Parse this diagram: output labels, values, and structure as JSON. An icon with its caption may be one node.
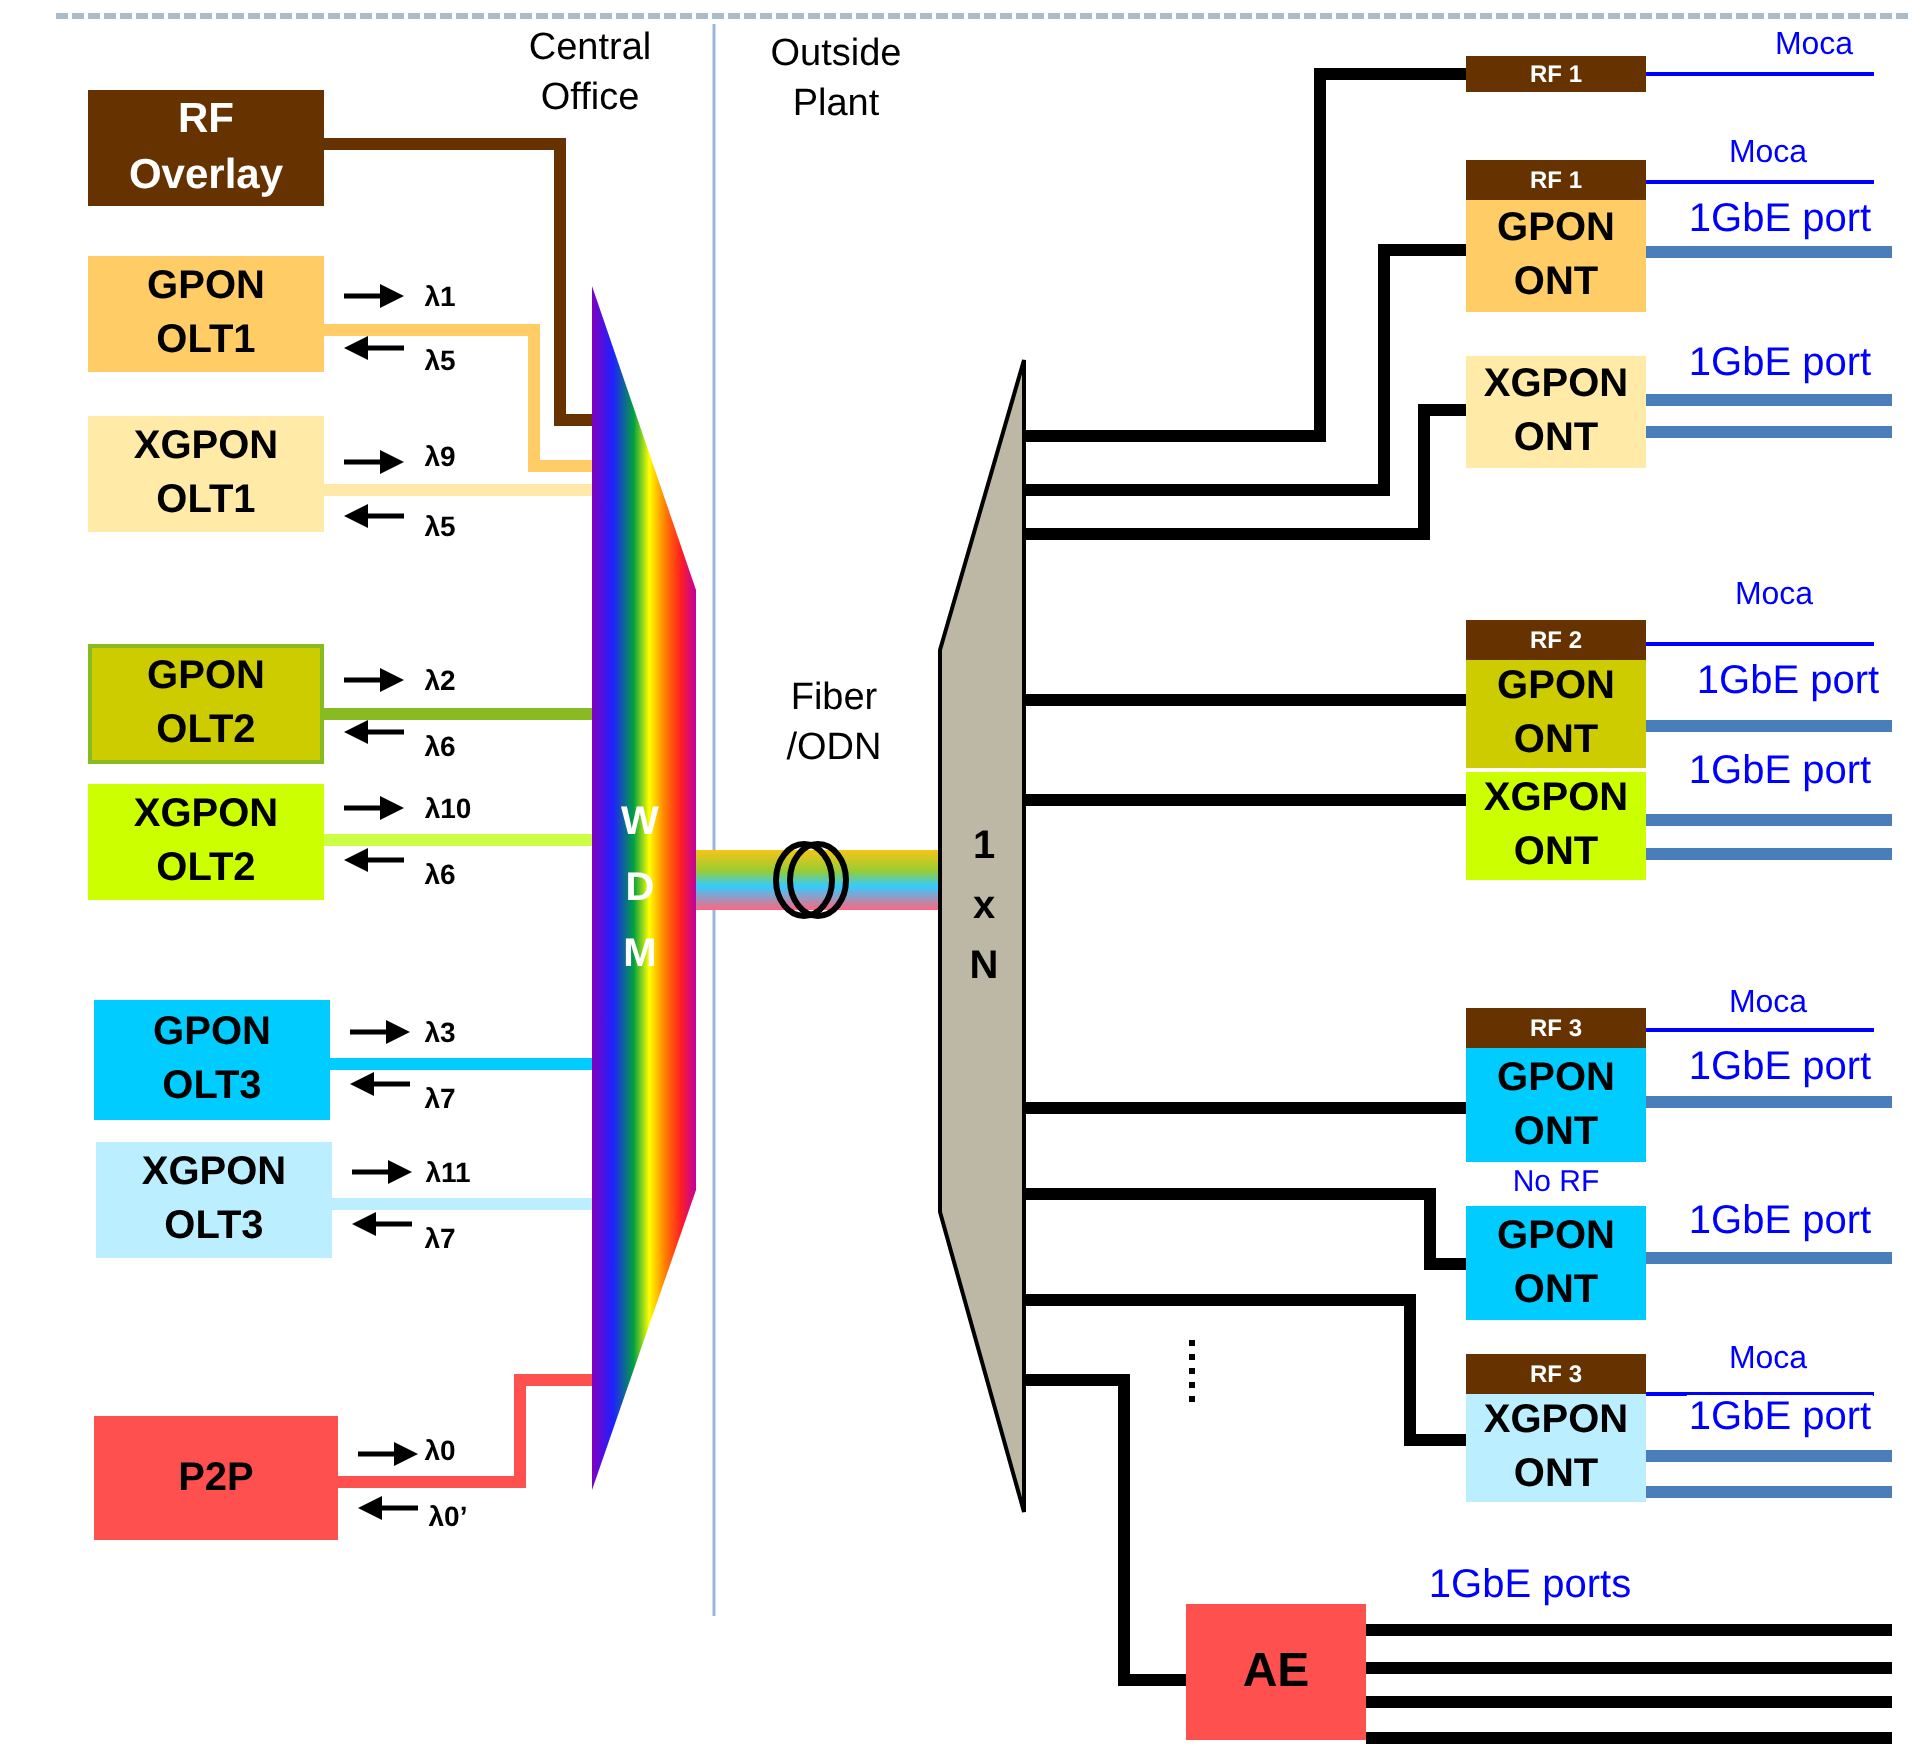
{
  "diagram": {
    "nodes": [
      {
        "text": [
          "RF Overlay"
        ]
      },
      {
        "text": [
          "GPON OLT1"
        ]
      },
      {
        "text": [
          "XGPON OLT1"
        ]
      },
      {
        "text": [
          "GPON OLT2"
        ]
      },
      {
        "text": [
          "XGPON OLT2"
        ]
      },
      {
        "text": [
          "GPON OLT3"
        ]
      },
      {
        "text": [
          "XGPON OLT3"
        ]
      },
      {
        "text": [
          "P2P"
        ]
      },
      {
        "text": [
          "WDM"
        ]
      },
      {
        "text": [
          "1 x N"
        ]
      },
      {
        "text": [
          "RF 1"
        ]
      },
      {
        "text": [
          "RF 1"
        ]
      },
      {
        "text": [
          "GPON ONT"
        ]
      },
      {
        "text": [
          "XGPON ONT"
        ]
      },
      {
        "text": [
          "RF 2"
        ]
      },
      {
        "text": [
          "GPON ONT"
        ]
      },
      {
        "text": [
          "XGPON ONT"
        ]
      },
      {
        "text": [
          "RF 3"
        ]
      },
      {
        "text": [
          "GPON ONT"
        ]
      },
      {
        "text": [
          "GPON ONT"
        ],
        "beside": [
          "No RF"
        ]
      },
      {
        "text": [
          "RF 3"
        ]
      },
      {
        "text": [
          "XGPON ONT"
        ]
      },
      {
        "text": [
          "AE"
        ]
      }
    ],
    "edges": [
      {
        "from": 0,
        "to": 8,
        "arrow": "none",
        "color": "#663300"
      },
      {
        "from": 1,
        "to": 8,
        "arrow": "none",
        "color": "#ffcc66"
      },
      {
        "from": 2,
        "to": 8,
        "arrow": "none",
        "color": "#ffe8a8"
      },
      {
        "from": 3,
        "to": 8,
        "arrow": "none",
        "color": "#88bb22"
      },
      {
        "from": 4,
        "to": 8,
        "arrow": "none",
        "color": "#ccff44"
      },
      {
        "from": 5,
        "to": 8,
        "arrow": "none",
        "color": "#00ccff"
      },
      {
        "from": 6,
        "to": 8,
        "arrow": "none",
        "color": "#bbeeff"
      },
      {
        "from": 7,
        "to": 8,
        "arrow": "none",
        "color": "#ff5050"
      },
      {
        "from": 8,
        "to": 9,
        "arrow": "none",
        "style": "thick"
      },
      {
        "from": 9,
        "to": 10,
        "arrow": "none"
      },
      {
        "from": 9,
        "to": 12,
        "arrow": "none"
      },
      {
        "from": 9,
        "to": 13,
        "arrow": "none"
      },
      {
        "from": 9,
        "to": 15,
        "arrow": "none"
      },
      {
        "from": 9,
        "to": 16,
        "arrow": "none"
      },
      {
        "from": 9,
        "to": 18,
        "arrow": "none"
      },
      {
        "from": 9,
        "to": 19,
        "arrow": "none"
      },
      {
        "from": 9,
        "to": 21,
        "arrow": "none"
      },
      {
        "from": 9,
        "to": 22,
        "arrow": "none"
      },
      {
        "from": 10,
        "to": null,
        "arrow": "none",
        "label": "Moca",
        "color": "#0000ff"
      },
      {
        "from": 11,
        "to": null,
        "arrow": "none",
        "label": "Moca",
        "color": "#0000ff"
      },
      {
        "from": 12,
        "to": null,
        "arrow": "none",
        "label": "1GbE port",
        "color": "#4a7ebb"
      },
      {
        "from": 13,
        "to": null,
        "arrow": "none",
        "label": "1GbE port",
        "color": "#4a7ebb"
      },
      {
        "from": 13,
        "to": null,
        "arrow": "none",
        "color": "#4a7ebb"
      },
      {
        "from": 14,
        "to": null,
        "arrow": "none",
        "label": "Moca",
        "color": "#0000ff"
      },
      {
        "from": 15,
        "to": null,
        "arrow": "none",
        "label": "1GbE port",
        "color": "#4a7ebb"
      },
      {
        "from": 16,
        "to": null,
        "arrow": "none",
        "label": "1GbE port",
        "color": "#4a7ebb"
      },
      {
        "from": 16,
        "to": null,
        "arrow": "none",
        "color": "#4a7ebb"
      },
      {
        "from": 17,
        "to": null,
        "arrow": "none",
        "label": "Moca",
        "color": "#0000ff"
      },
      {
        "from": 18,
        "to": null,
        "arrow": "none",
        "label": "1GbE port",
        "color": "#4a7ebb"
      },
      {
        "from": 19,
        "to": null,
        "arrow": "none",
        "label": "1GbE port",
        "color": "#4a7ebb"
      },
      {
        "from": 20,
        "to": null,
        "arrow": "none",
        "label": "Moca",
        "color": "#0000ff"
      },
      {
        "from": 21,
        "to": null,
        "arrow": "none",
        "label": "1GbE port",
        "color": "#4a7ebb"
      },
      {
        "from": 21,
        "to": null,
        "arrow": "none",
        "color": "#4a7ebb"
      },
      {
        "from": 22,
        "to": null,
        "arrow": "none",
        "label": "1GbE ports"
      },
      {
        "from": 22,
        "to": null,
        "arrow": "none"
      },
      {
        "from": 22,
        "to": null,
        "arrow": "none"
      },
      {
        "from": 22,
        "to": null,
        "arrow": "none"
      }
    ],
    "labels": [
      "Central Office",
      "Outside Plant",
      "Fiber /ODN",
      "λ1",
      "λ5",
      "λ9",
      "λ5",
      "λ2",
      "λ6",
      "λ10",
      "λ6",
      "λ3",
      "λ7",
      "λ11",
      "λ7",
      "λ0",
      "λ0’"
    ]
  }
}
